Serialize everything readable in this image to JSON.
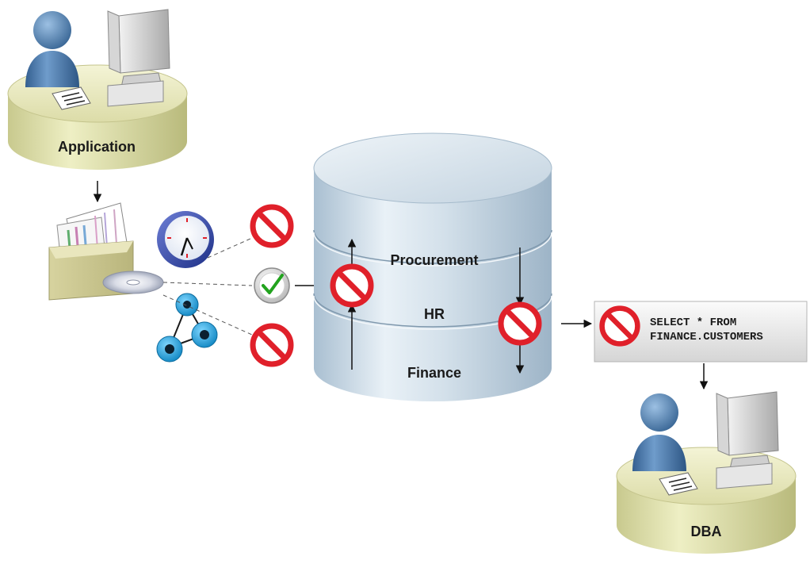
{
  "application": {
    "label": "Application"
  },
  "database": {
    "sections": {
      "top": "Procurement",
      "middle": "HR",
      "bottom": "Finance"
    }
  },
  "query": {
    "line1": "SELECT * FROM",
    "line2": "FINANCE.CUSTOMERS"
  },
  "dba": {
    "label": "DBA"
  },
  "colors": {
    "deny": "#e0202a",
    "allow_check": "#22a31e",
    "person": "#3f6ea3",
    "pedestal": "#dfe0a7",
    "database": "#c9d9e6",
    "node": "#19a6df"
  },
  "icons": {
    "application_user": "person-at-workstation-icon",
    "dba_user": "person-at-workstation-icon",
    "files": "file-folder-icon",
    "clock": "clock-icon",
    "disc": "disc-icon",
    "network": "network-nodes-icon",
    "denied": "prohibited-icon",
    "allowed": "checkmark-icon"
  }
}
